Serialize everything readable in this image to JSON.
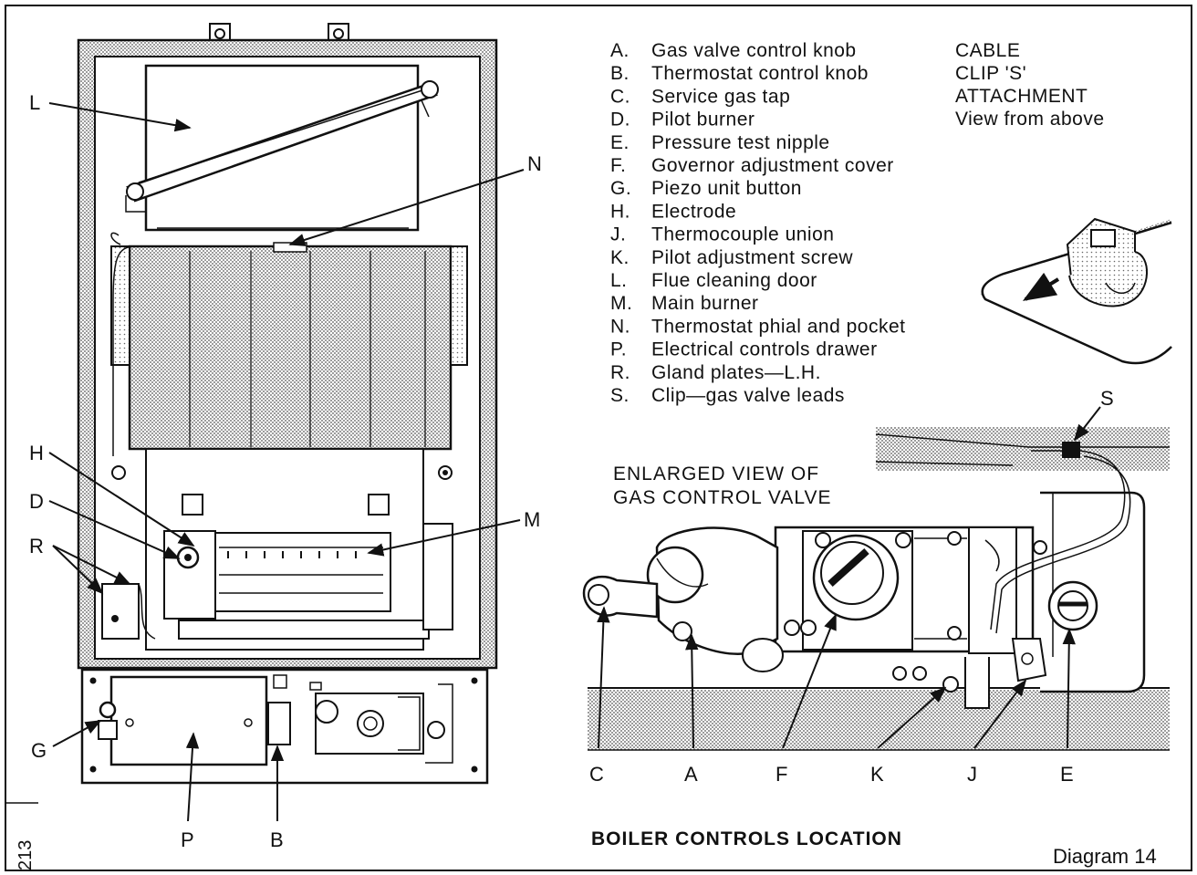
{
  "legend": [
    {
      "key": "A.",
      "text": "Gas valve control knob"
    },
    {
      "key": "B.",
      "text": "Thermostat control knob"
    },
    {
      "key": "C.",
      "text": "Service gas tap"
    },
    {
      "key": "D.",
      "text": "Pilot burner"
    },
    {
      "key": "E.",
      "text": "Pressure test nipple"
    },
    {
      "key": "F.",
      "text": "Governor adjustment cover"
    },
    {
      "key": "G.",
      "text": "Piezo unit button"
    },
    {
      "key": "H.",
      "text": "Electrode"
    },
    {
      "key": "J.",
      "text": "Thermocouple union"
    },
    {
      "key": "K.",
      "text": "Pilot adjustment screw"
    },
    {
      "key": "L.",
      "text": "Flue cleaning door"
    },
    {
      "key": "M.",
      "text": "Main burner"
    },
    {
      "key": "N.",
      "text": "Thermostat phial and pocket"
    },
    {
      "key": "P.",
      "text": "Electrical controls drawer"
    },
    {
      "key": "R.",
      "text": "Gland plates—L.H."
    },
    {
      "key": "S.",
      "text": "Clip—gas valve leads"
    }
  ],
  "cable_clip": {
    "line1": "CABLE",
    "line2": "CLIP 'S'",
    "line3": "ATTACHMENT",
    "line4": "View from above"
  },
  "enlarged_view": {
    "line1": "ENLARGED VIEW OF",
    "line2": "GAS CONTROL VALVE"
  },
  "boiler_labels": {
    "L": "L",
    "N": "N",
    "H": "H",
    "D": "D",
    "R": "R",
    "M": "M",
    "G": "G",
    "P": "P",
    "B": "B"
  },
  "valve_labels": {
    "C": "C",
    "A": "A",
    "F": "F",
    "K": "K",
    "J": "J",
    "E": "E",
    "S": "S"
  },
  "title": "BOILER CONTROLS LOCATION",
  "diagram_number": "Diagram 14",
  "side_number": "213",
  "colors": {
    "ink": "#111111",
    "paper": "#ffffff",
    "shade": "#9a9a9a"
  }
}
